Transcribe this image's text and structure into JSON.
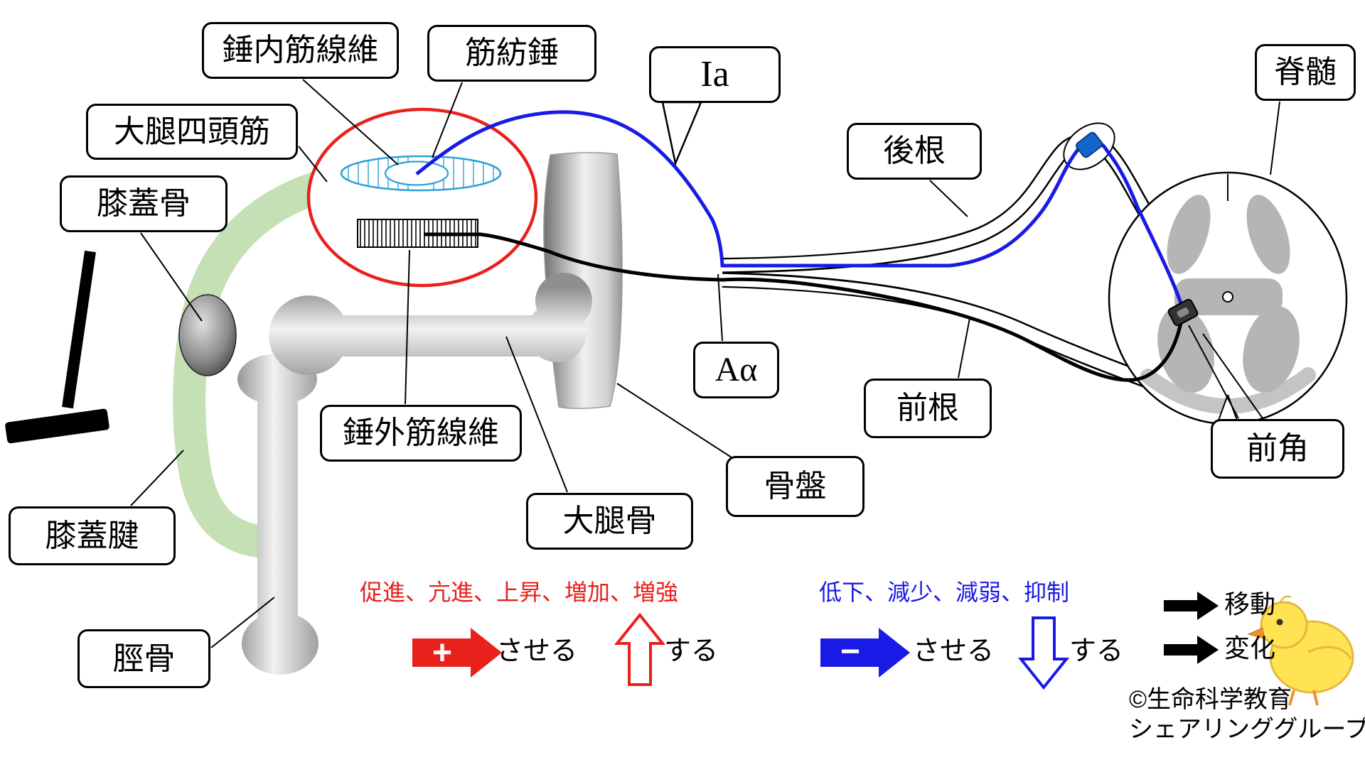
{
  "labels": {
    "intrafusal_fiber": "錘内筋線維",
    "muscle_spindle": "筋紡錘",
    "ia_afferent": "Ia",
    "dorsal_root": "後根",
    "spinal_cord": "脊髄",
    "quadriceps": "大腿四頭筋",
    "patella": "膝蓋骨",
    "extrafusal_fiber": "錘外筋線維",
    "a_alpha": "Aα",
    "ventral_root": "前根",
    "anterior_horn": "前角",
    "pelvis": "骨盤",
    "femur": "大腿骨",
    "patellar_tendon": "膝蓋腱",
    "tibia": "脛骨"
  },
  "legend": {
    "increase_terms": "促進、亢進、上昇、増加、増強",
    "increase_plus": "+",
    "increase_cause": "させる",
    "increase_do": "する",
    "decrease_terms": "低下、減少、減弱、抑制",
    "decrease_minus": "−",
    "decrease_cause": "させる",
    "decrease_do": "する",
    "move": "移動",
    "change": "変化"
  },
  "credit": {
    "line1": "©生命科学教育",
    "line2": "シェアリンググループ"
  },
  "colors": {
    "excite_red": "#e8211d",
    "inhibit_blue": "#1a1ae6",
    "spindle_blue": "#2da0d8",
    "muscle_green": "#c5e0b4",
    "gray_matter": "#b5b5b5"
  }
}
